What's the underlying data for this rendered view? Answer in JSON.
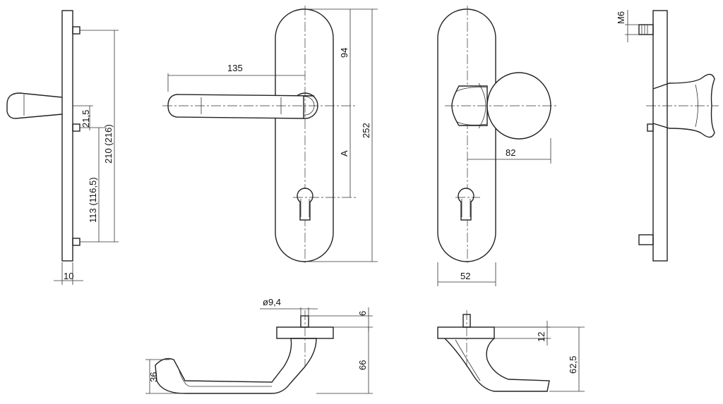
{
  "dimensions": {
    "side_left_10": "10",
    "side_left_21_5": "21,5",
    "side_left_113": "113 (116,5)",
    "side_left_210": "210 (216)",
    "front_135": "135",
    "front_94": "94",
    "front_A": "A",
    "front_252": "252",
    "knob_82": "82",
    "knob_52": "52",
    "side_right_M6": "M6",
    "top_d9_4": "ø9,4",
    "top_6": "6",
    "top_66": "66",
    "top_36": "36",
    "top_right_12": "12",
    "top_right_62_5": "62,5"
  }
}
